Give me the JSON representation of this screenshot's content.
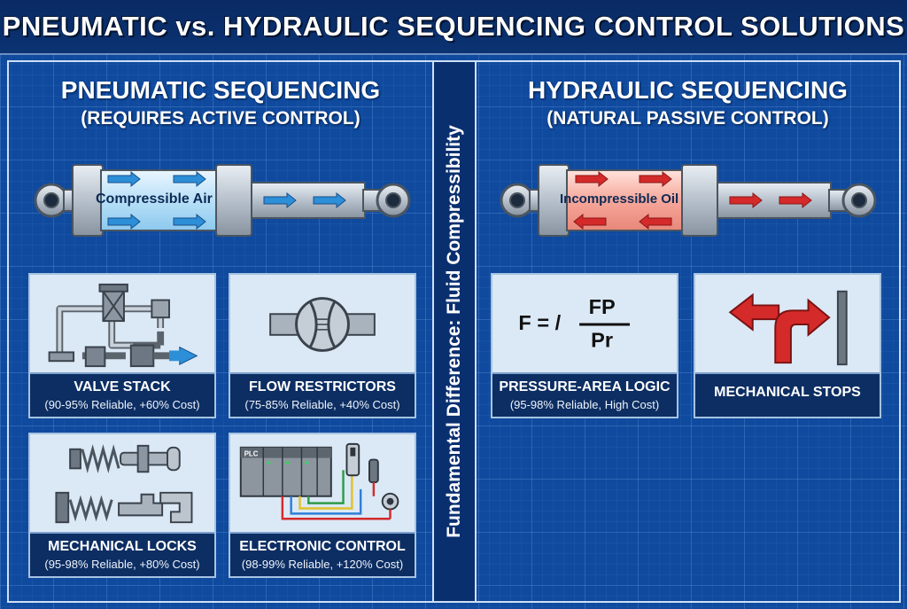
{
  "title": "PNEUMATIC vs. HYDRAULIC SEQUENCING CONTROL SOLUTIONS",
  "divider_label": "Fundamental Difference: Fluid Compressibility",
  "pneumatic": {
    "heading": "PNEUMATIC SEQUENCING",
    "subheading": "(REQUIRES ACTIVE CONTROL)",
    "cylinder_label": "Compressible Air",
    "cards": [
      {
        "name": "VALVE STACK",
        "detail": "(90-95% Reliable, +60% Cost)",
        "icon": "valve-stack-icon"
      },
      {
        "name": "FLOW RESTRICTORS",
        "detail": "(75-85% Reliable, +40% Cost)",
        "icon": "flow-restrictor-icon"
      },
      {
        "name": "MECHANICAL LOCKS",
        "detail": "(95-98% Reliable, +80% Cost)",
        "icon": "mechanical-lock-icon"
      },
      {
        "name": "ELECTRONIC CONTROL",
        "detail": "(98-99% Reliable, +120% Cost)",
        "icon": "plc-icon"
      }
    ],
    "plc_label": "PLC"
  },
  "hydraulic": {
    "heading": "HYDRAULIC SEQUENCING",
    "subheading": "(NATURAL PASSIVE CONTROL)",
    "cylinder_label": "Incompressible Oil",
    "cards": [
      {
        "name": "PRESSURE-AREA LOGIC",
        "detail": "(95-98% Reliable, High Cost)",
        "icon": "formula-icon"
      },
      {
        "name": "MECHANICAL STOPS",
        "detail": "",
        "icon": "turn-arrow-stop-icon"
      }
    ],
    "formula_lhs": "F = /",
    "formula_num": "FP",
    "formula_den": "Pr"
  },
  "colors": {
    "background": "#0f4a9e",
    "title_bar": "#0a2a63",
    "caption_bar": "#0d2e63",
    "card_bg": "#dbe9f6",
    "air_arrow": "#2c8fd8",
    "oil_arrow": "#d42a2a"
  }
}
